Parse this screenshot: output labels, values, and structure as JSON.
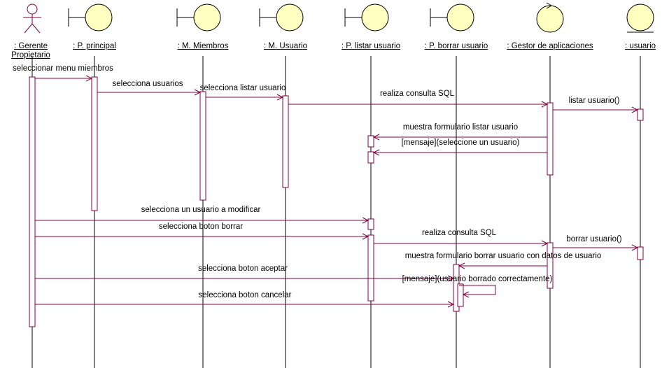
{
  "objects": [
    {
      "name": ": Gerente",
      "name2": "Propietario",
      "kind": "actor"
    },
    {
      "name": ": P. principal",
      "kind": "boundary"
    },
    {
      "name": ": M. Miembros",
      "kind": "boundary"
    },
    {
      "name": ": M. Usuario",
      "kind": "boundary"
    },
    {
      "name": ": P. listar usuario",
      "kind": "boundary"
    },
    {
      "name": ": P. borrar usuario",
      "kind": "boundary"
    },
    {
      "name": ": Gestor de aplicaciones",
      "kind": "control"
    },
    {
      "name": ": usuario",
      "kind": "entity"
    }
  ],
  "messages": [
    {
      "from": 0,
      "to": 1,
      "label": "seleccionar menu miembros"
    },
    {
      "from": 1,
      "to": 2,
      "label": "selecciona usuarios"
    },
    {
      "from": 2,
      "to": 3,
      "label": "selecciona listar usuario"
    },
    {
      "from": 3,
      "to": 6,
      "label": "realiza consulta SQL"
    },
    {
      "from": 6,
      "to": 7,
      "label": "listar usuario()"
    },
    {
      "from": 6,
      "to": 4,
      "label": "muestra formulario listar usuario"
    },
    {
      "from": 6,
      "to": 4,
      "label": "[mensaje](seleccione un usuario)"
    },
    {
      "from": 0,
      "to": 4,
      "label": "selecciona un usuario a modificar"
    },
    {
      "from": 0,
      "to": 4,
      "label": "selecciona boton borrar"
    },
    {
      "from": 4,
      "to": 6,
      "label": "realiza consulta SQL"
    },
    {
      "from": 6,
      "to": 7,
      "label": "borrar usuario()"
    },
    {
      "from": 6,
      "to": 5,
      "label": "muestra formulario borrar usuario con datos de usuario"
    },
    {
      "from": 0,
      "to": 5,
      "label": "selecciona boton aceptar"
    },
    {
      "from": 5,
      "to": 5,
      "label": "[mensaje](usuario borrado correctamente)"
    },
    {
      "from": 0,
      "to": 5,
      "label": "selecciona boton cancelar"
    }
  ],
  "colors": {
    "line": "#800040",
    "lifeline": "#000000"
  }
}
